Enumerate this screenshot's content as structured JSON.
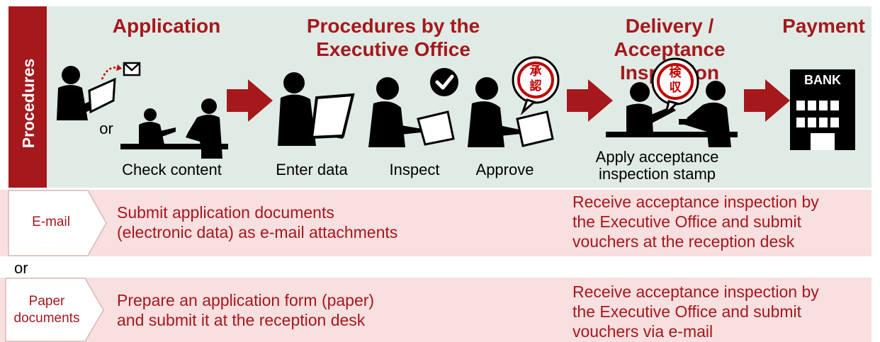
{
  "side_label": "Procedures",
  "stages": {
    "application": "Application",
    "executive_line1": "Procedures by the",
    "executive_line2": "Executive Office",
    "delivery_line1": "Delivery /",
    "delivery_line2": "Acceptance Inspection",
    "payment": "Payment"
  },
  "captions": {
    "or": "or",
    "check_content": "Check content",
    "enter_data": "Enter data",
    "inspect": "Inspect",
    "approve": "Approve",
    "stamp_line1": "Apply acceptance",
    "stamp_line2": "inspection stamp"
  },
  "stamps": {
    "approve_top": "承",
    "approve_bottom": "認",
    "inspect_top": "検",
    "inspect_bottom": "収"
  },
  "bank_label": "BANK",
  "middle_or": "or",
  "rows": [
    {
      "tag": "E-mail",
      "application_line1": "Submit application documents",
      "application_line2": "(electronic data) as e-mail attachments",
      "delivery_line1": "Receive acceptance inspection by",
      "delivery_line2": "the Executive Office and submit",
      "delivery_line3": "vouchers at the reception desk"
    },
    {
      "tag_line1": "Paper",
      "tag_line2": "documents",
      "application_line1": "Prepare an application form (paper)",
      "application_line2": "and submit it at the reception desk",
      "delivery_line1": "Receive acceptance inspection by",
      "delivery_line2": "the Executive Office and submit",
      "delivery_line3": "vouchers via e-mail"
    }
  ],
  "colors": {
    "accent": "#a5181c",
    "panel": "#e0ebe5",
    "band": "#f8dfe0",
    "icon": "#000000"
  }
}
